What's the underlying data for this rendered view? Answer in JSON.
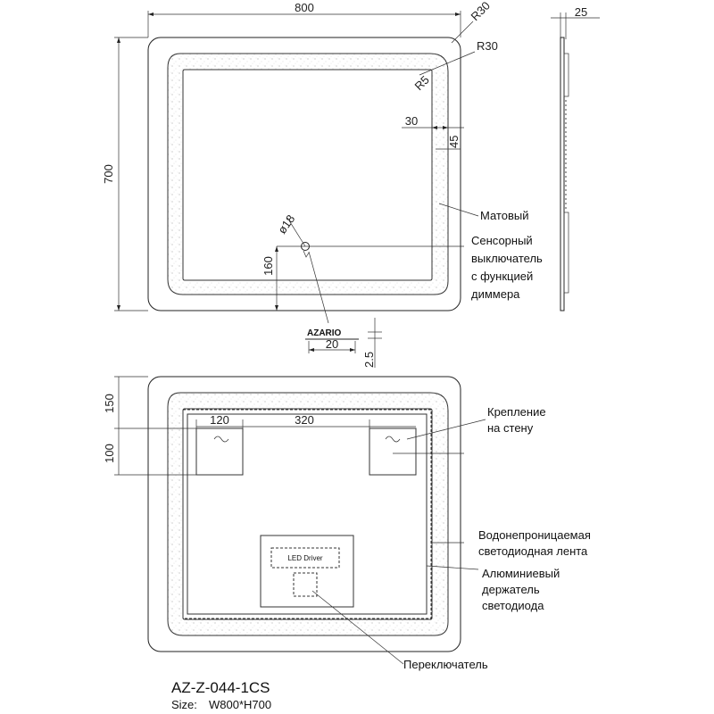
{
  "front": {
    "dims": {
      "width": "800",
      "height": "700",
      "corner_outer": "R30",
      "corner_mid": "R30",
      "corner_inner": "R5",
      "frame_side": "30",
      "frame_edge": "45",
      "depth": "25",
      "switch_diameter": "ø18",
      "switch_height": "160",
      "logo_width": "20",
      "logo_thickness": "2.5"
    },
    "logo_text": "AZARIO",
    "callouts": {
      "matte": "Матовый",
      "switch_lines": [
        "Сенсорный",
        "выключатель",
        "с функцией",
        "диммера"
      ]
    }
  },
  "back": {
    "dims": {
      "top_offset": "150",
      "mount_height": "100",
      "mount_side": "120",
      "mount_spacing": "320"
    },
    "driver_label": "LED Driver",
    "callouts": {
      "mount_lines": [
        "Крепление",
        "на стену"
      ],
      "strip_lines": [
        "Водонепроницаемая",
        "светодиодная лента"
      ],
      "holder_lines": [
        "Алюминиевый",
        "держатель",
        "светодиода"
      ],
      "switch": "Переключатель"
    }
  },
  "model": "AZ-Z-044-1CS",
  "size_label": "Size:",
  "size_value": "W800*H700"
}
